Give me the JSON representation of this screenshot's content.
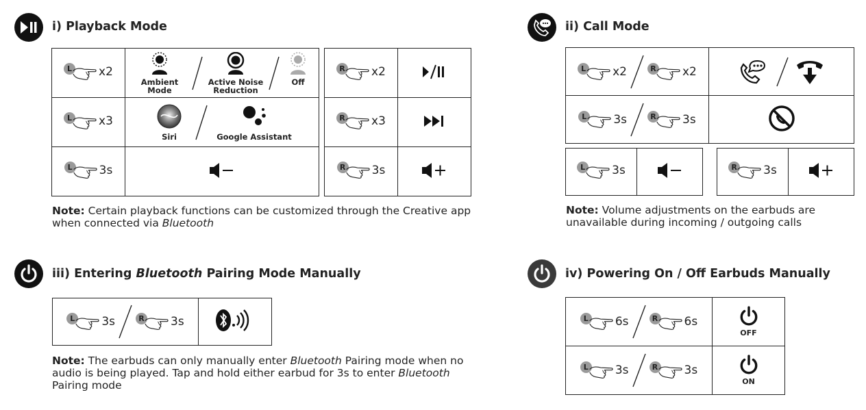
{
  "sections": {
    "playback": {
      "title": "i) Playback Mode",
      "rows": [
        {
          "left": {
            "side": "L",
            "count": "x2"
          },
          "options": [
            "Ambient Mode",
            "Active Noise Reduction",
            "Off"
          ],
          "right": {
            "side": "R",
            "count": "x2"
          },
          "action_icon": "play-pause-icon"
        },
        {
          "left": {
            "side": "L",
            "count": "x3"
          },
          "options": [
            "Siri",
            "Google Assistant"
          ],
          "right": {
            "side": "R",
            "count": "x3"
          },
          "action_icon": "next-track-icon"
        },
        {
          "left": {
            "side": "L",
            "count": "3s"
          },
          "left_action_icon": "volume-down-icon",
          "right": {
            "side": "R",
            "count": "3s"
          },
          "action_icon": "volume-up-icon"
        }
      ],
      "opt_ambient_1": "Ambient",
      "opt_ambient_2": "Mode",
      "opt_anr_1": "Active Noise",
      "opt_anr_2": "Reduction",
      "opt_off": "Off",
      "opt_siri": "Siri",
      "opt_google": "Google Assistant",
      "note_bold": "Note:",
      "note_line1": " Certain playback functions can be customized through the Creative app",
      "note_line2a": "when connected via ",
      "note_line2b": "Bluetooth"
    },
    "call": {
      "title": "ii) Call Mode",
      "rows": [
        {
          "left": {
            "side": "L",
            "count": "x2"
          },
          "right": {
            "side": "R",
            "count": "x2"
          },
          "icons": [
            "answer-call-icon",
            "end-call-icon"
          ]
        },
        {
          "left": {
            "side": "L",
            "count": "3s"
          },
          "right": {
            "side": "R",
            "count": "3s"
          },
          "icons": [
            "reject-call-icon"
          ]
        }
      ],
      "vol_left": {
        "side": "L",
        "count": "3s"
      },
      "vol_right": {
        "side": "R",
        "count": "3s"
      },
      "note_bold": "Note:",
      "note_line1": " Volume adjustments on the earbuds are",
      "note_line2": "unavailable during incoming / outgoing calls"
    },
    "pairing": {
      "title_a": "iii) Entering ",
      "title_b": "Bluetooth",
      "title_c": " Pairing Mode Manually",
      "left": {
        "side": "L",
        "count": "3s"
      },
      "right": {
        "side": "R",
        "count": "3s"
      },
      "note_bold": "Note:",
      "note_l1a": " The earbuds can only manually enter ",
      "note_l1b": "Bluetooth",
      "note_l1c": " Pairing mode when no",
      "note_l2a": "audio is being played. Tap and hold either earbud for 3s to enter ",
      "note_l2b": "Bluetooth",
      "note_l3": "Pairing mode"
    },
    "power": {
      "title": "iv) Powering On / Off Earbuds Manually",
      "rows": [
        {
          "left": {
            "side": "L",
            "count": "6s"
          },
          "right": {
            "side": "R",
            "count": "6s"
          },
          "label": "OFF"
        },
        {
          "left": {
            "side": "L",
            "count": "3s"
          },
          "right": {
            "side": "R",
            "count": "3s"
          },
          "label": "ON"
        }
      ]
    }
  },
  "colors": {
    "ink": "#111111",
    "badge": "#9a9a9a",
    "grey_icon": "#3a3a3a"
  }
}
